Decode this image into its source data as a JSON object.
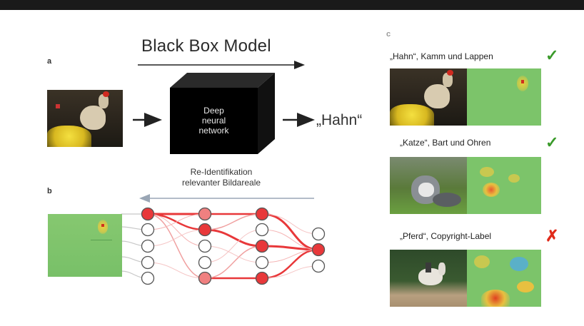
{
  "labels": {
    "panel_a": "a",
    "panel_b": "b",
    "panel_c": "c",
    "title": "Black Box Model",
    "box_text": [
      "Deep",
      "neural",
      "network"
    ],
    "output": "„Hahn“",
    "reid_line1": "Re-Identifikation",
    "reid_line2": "relevanter Bildareale"
  },
  "examples": [
    {
      "caption": "„Hahn“, Kamm und Lappen",
      "mark": "✓",
      "correct": true
    },
    {
      "caption": "„Katze“, Bart und Ohren",
      "mark": "✓",
      "correct": true
    },
    {
      "caption": "„Pferd“, Copyright-Label",
      "mark": "✗",
      "correct": false
    }
  ],
  "colors": {
    "neuron_active": "#e8383a",
    "neuron_light": "#f08080",
    "heatmap_base": "#7cc46a",
    "check": "#3a9a2a",
    "cross": "#e02a1a"
  }
}
